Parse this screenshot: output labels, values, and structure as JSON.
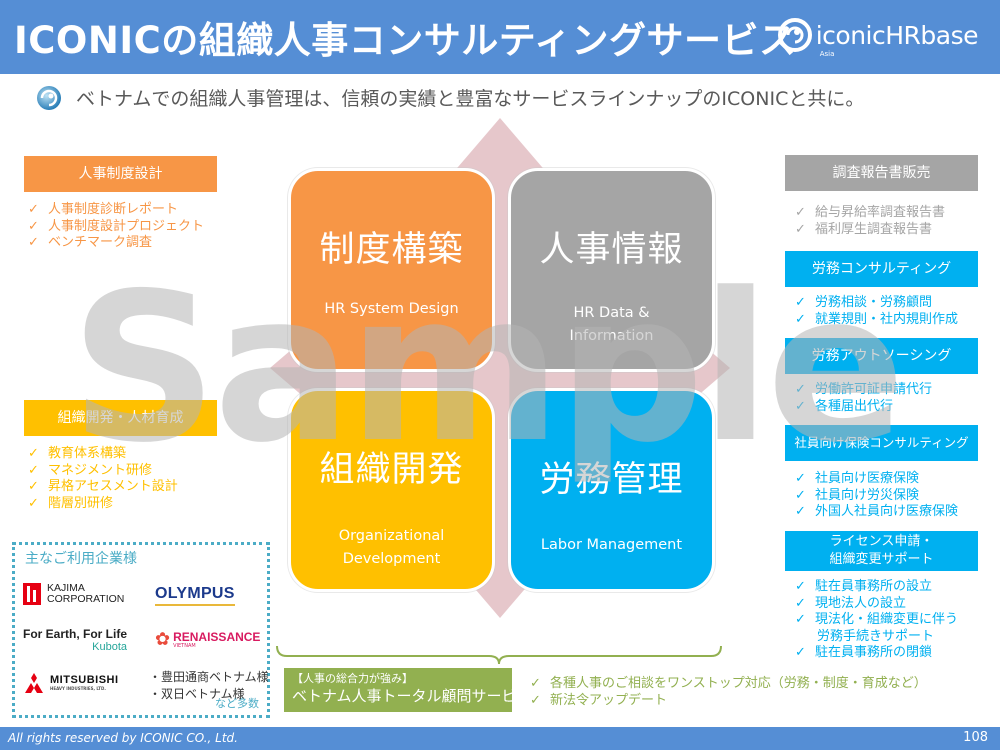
{
  "header": {
    "title": "ICONICの組織人事コンサルティングサービス",
    "brand": {
      "name": "iconicHRbase",
      "sub": "Asia",
      "icon": "iconic-swirl-logo"
    }
  },
  "subtitle": {
    "icon": "iconic-globe-logo",
    "text": "ベトナムでの組織人事管理は、信頼の実績と豊富なサービスラインナップのICONICと共に。"
  },
  "watermark": "Sample",
  "quadrants": [
    {
      "title": "制度構築",
      "subtitle": "HR System Design",
      "color": "#f79646"
    },
    {
      "title": "人事情報",
      "subtitle_lines": [
        "HR Data &",
        "Information"
      ],
      "color": "#a5a5a5"
    },
    {
      "title": "組織開発",
      "subtitle_lines": [
        "Organizational",
        "Development"
      ],
      "color": "#ffc000"
    },
    {
      "title": "労務管理",
      "subtitle": "Labor Management",
      "color": "#00b0f0"
    }
  ],
  "left_sections": [
    {
      "header": "人事制度設計",
      "color": "#f79646",
      "items": [
        "人事制度診断レポート",
        "人事制度設計プロジェクト",
        "ベンチマーク調査"
      ]
    },
    {
      "header": "組織開発・人材育成",
      "color": "#ffc000",
      "items": [
        "教育体系構築",
        "マネジメント研修",
        "昇格アセスメント設計",
        "階層別研修"
      ]
    }
  ],
  "right_sections": [
    {
      "header": "調査報告書販売",
      "color": "#a5a5a5",
      "items": [
        "給与昇給率調査報告書",
        "福利厚生調査報告書"
      ]
    },
    {
      "header": "労務コンサルティング",
      "color": "#00b0f0",
      "items": [
        "労務相談・労務顧問",
        "就業規則・社内規則作成"
      ]
    },
    {
      "header": "労務アウトソーシング",
      "color": "#00b0f0",
      "items": [
        "労働許可証申請代行",
        "各種届出代行"
      ]
    },
    {
      "header": "社員向け保険コンサルティング",
      "color": "#00b0f0",
      "items": [
        "社員向け医療保険",
        "社員向け労災保険",
        "外国人社員向け医療保険"
      ]
    },
    {
      "header_lines": [
        "ライセンス申請・",
        "組織変更サポート"
      ],
      "color": "#00b0f0",
      "items": [
        "駐在員事務所の設立",
        "現地法人の設立",
        "現法化・組織変更に伴う",
        "労務手続きサポート",
        "駐在員事務所の閉鎖"
      ]
    }
  ],
  "clients": {
    "title": "主なご利用企業様",
    "logos": {
      "kajima": [
        "KAJIMA",
        "CORPORATION"
      ],
      "olympus": "OLYMPUS",
      "kubota_tagline": "For Earth, For Life",
      "kubota": "Kubota",
      "renaissance": "RENAISSANCE",
      "renaissance_sub": "VIETNAM",
      "mitsubishi": "MITSUBISHI",
      "mitsubishi_sub": "HEAVY INDUSTRIES, LTD."
    },
    "others": [
      "・豊田通商ベトナム様",
      "・双日ベトナム様"
    ],
    "etc": "など多数"
  },
  "total_service": {
    "tag": "【人事の総合力が強み】",
    "title": "ベトナム人事トータル顧問サービス",
    "color": "#92b050",
    "items": [
      "各種人事のご相談をワンストップ対応（労務・制度・育成など）",
      "新法令アップデート"
    ]
  },
  "footer": {
    "copyright": "All rights reserved by ICONIC CO., Ltd.",
    "page": "108"
  },
  "check_glyph": "✓"
}
